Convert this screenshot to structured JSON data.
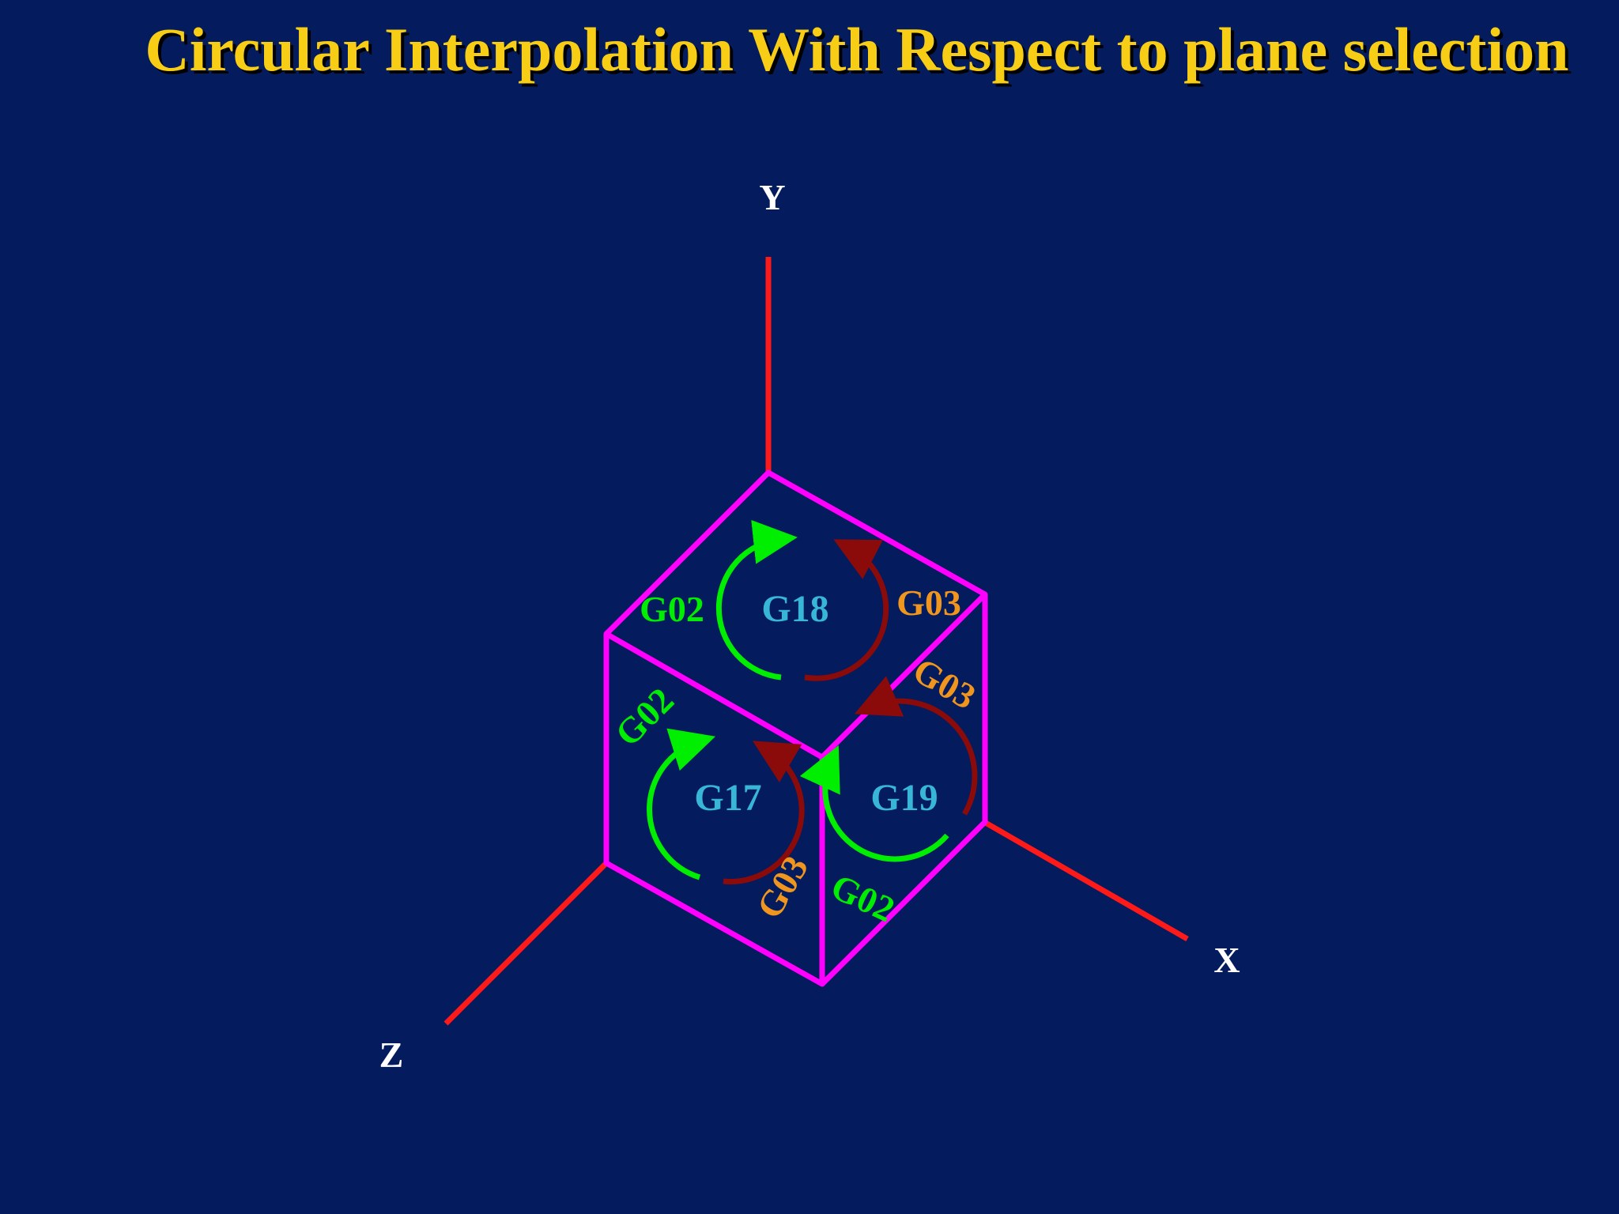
{
  "title": "Circular Interpolation With Respect to plane selection",
  "colors": {
    "background": "#041b5e",
    "title": "#f7cd16",
    "axis": "#ff1a1a",
    "cube": "#ff00ff",
    "plane_label": "#38b6d8",
    "cw_arrow": "#00ee00",
    "ccw_arrow": "#8b0a0a",
    "g03_label": "#f0961e"
  },
  "axes": {
    "y": "Y",
    "x": "X",
    "z": "Z"
  },
  "planes": {
    "top": {
      "name": "G18",
      "clockwise": "G02",
      "counterclockwise": "G03"
    },
    "left": {
      "name": "G17",
      "clockwise": "G02",
      "counterclockwise": "G03"
    },
    "right": {
      "name": "G19",
      "clockwise": "G02",
      "counterclockwise": "G03"
    }
  }
}
